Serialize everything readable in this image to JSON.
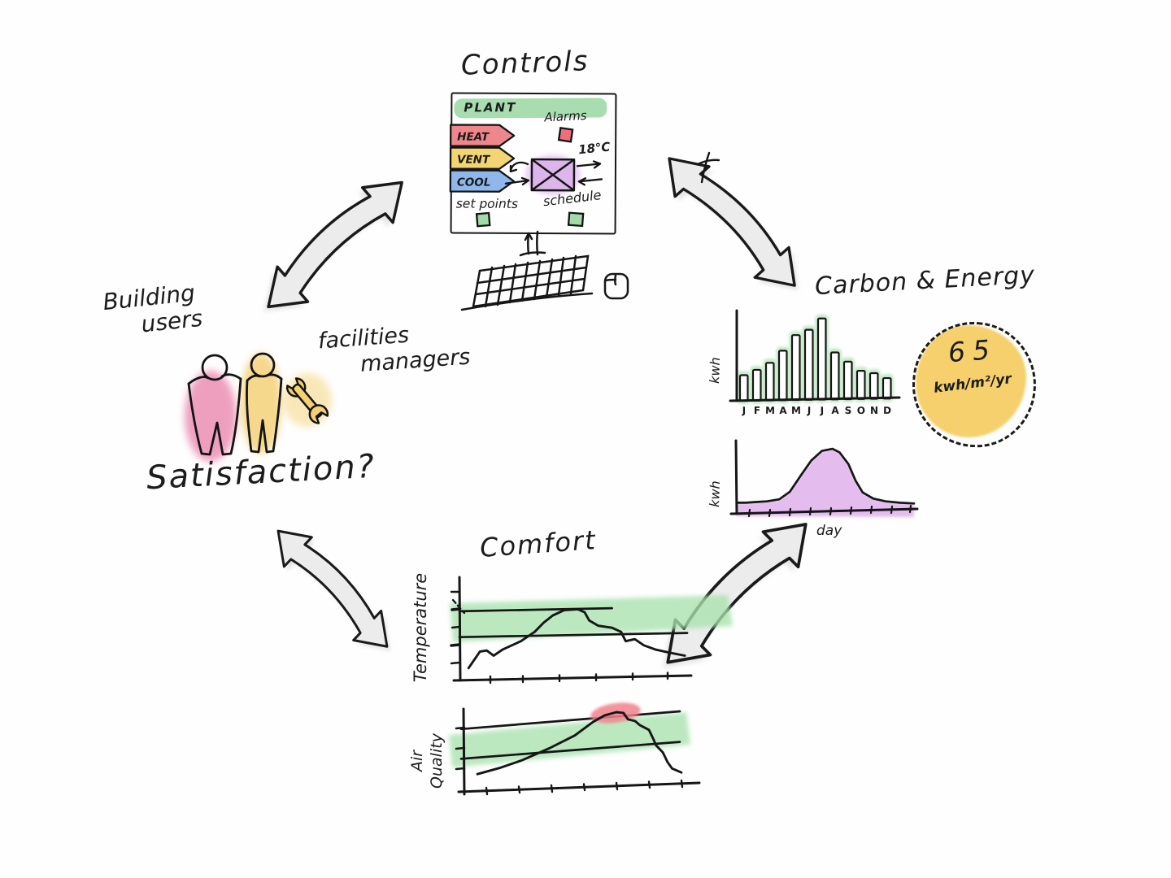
{
  "diagram": {
    "titles": {
      "controls": "Controls",
      "carbon_energy": "Carbon & Energy",
      "comfort": "Comfort"
    },
    "labels": {
      "building_users_line1": "Building",
      "building_users_line2": "users",
      "facilities_line1": "facilities",
      "facilities_line2": "managers",
      "satisfaction": "Satisfaction?"
    },
    "control_panel": {
      "header": "PLANT",
      "tabs": [
        {
          "label": "HEAT",
          "color": "#ee878b"
        },
        {
          "label": "VENT",
          "color": "#f4d573"
        },
        {
          "label": "COOL",
          "color": "#8fb7ec"
        }
      ],
      "alarms_label": "Alarms",
      "alarm_indicator_color": "#ee6f7b",
      "temperature_setpoint": "18°C",
      "set_points_label": "set points",
      "schedule_label": "schedule",
      "status_square_color": "#a2dba8",
      "valve_color": "#dcb5ec"
    },
    "energy_badge": {
      "value": "65",
      "unit": "kwh/m²/yr",
      "color": "#f5d06c"
    },
    "actors": {
      "person1_color": "#ec8fb4",
      "person2_color": "#f4cf70",
      "wrench_color": "#f4d173"
    },
    "arrow_color": "#ececec"
  },
  "chart_data": [
    {
      "id": "monthly_energy",
      "type": "bar",
      "title": "",
      "ylabel": "kwh",
      "xlabel": "",
      "categories": [
        "J",
        "F",
        "M",
        "A",
        "M",
        "J",
        "J",
        "A",
        "S",
        "O",
        "N",
        "D"
      ],
      "values": [
        30,
        36,
        44,
        58,
        76,
        82,
        95,
        55,
        44,
        33,
        30,
        24
      ],
      "ylim": [
        0,
        100
      ],
      "bar_fill": "#ffffff",
      "highlight": "#b9e4bd",
      "legend": "none",
      "grid": false
    },
    {
      "id": "daily_energy",
      "type": "area",
      "title": "",
      "ylabel": "kwh",
      "xlabel": "day",
      "points": [
        [
          0,
          16
        ],
        [
          5,
          16
        ],
        [
          11,
          17
        ],
        [
          17,
          18
        ],
        [
          24,
          21
        ],
        [
          30,
          32
        ],
        [
          36,
          55
        ],
        [
          42,
          77
        ],
        [
          48,
          91
        ],
        [
          54,
          94
        ],
        [
          58,
          89
        ],
        [
          63,
          72
        ],
        [
          67,
          48
        ],
        [
          71,
          31
        ],
        [
          77,
          22
        ],
        [
          84,
          18
        ],
        [
          92,
          16
        ],
        [
          100,
          15
        ]
      ],
      "ylim": [
        0,
        100
      ],
      "fill": "#e3baee",
      "legend": "none",
      "grid": false
    },
    {
      "id": "temperature",
      "type": "line",
      "title": "",
      "ylabel": "Temperature",
      "xlabel": "",
      "points": [
        [
          4,
          12
        ],
        [
          9,
          28
        ],
        [
          12,
          29
        ],
        [
          15,
          24
        ],
        [
          19,
          30
        ],
        [
          27,
          38
        ],
        [
          33,
          47
        ],
        [
          37,
          56
        ],
        [
          41,
          63
        ],
        [
          46,
          68
        ],
        [
          52,
          69
        ],
        [
          55,
          66
        ],
        [
          57,
          58
        ],
        [
          61,
          53
        ],
        [
          67,
          51
        ],
        [
          71,
          47
        ],
        [
          73,
          38
        ],
        [
          77,
          40
        ],
        [
          81,
          34
        ],
        [
          86,
          30
        ],
        [
          92,
          27
        ],
        [
          99,
          24
        ]
      ],
      "comfort_band": {
        "upper": [
          [
            0,
            67
          ],
          [
            67,
            70
          ]
        ],
        "lower": [
          [
            0,
            42
          ],
          [
            100,
            46
          ]
        ],
        "color": "#a9e2ae"
      },
      "ylim": [
        0,
        100
      ],
      "legend": "none",
      "grid": false
    },
    {
      "id": "air_quality",
      "type": "line",
      "title": "",
      "ylabel": "Air Quality",
      "ylabel_lines": [
        "Air",
        "Quality"
      ],
      "xlabel": "",
      "points": [
        [
          6,
          20
        ],
        [
          16,
          28
        ],
        [
          25,
          37
        ],
        [
          37,
          52
        ],
        [
          48,
          68
        ],
        [
          56,
          85
        ],
        [
          61,
          93
        ],
        [
          66,
          97
        ],
        [
          69,
          96
        ],
        [
          71,
          88
        ],
        [
          74,
          86
        ],
        [
          76,
          81
        ],
        [
          80,
          75
        ],
        [
          82,
          63
        ],
        [
          83,
          56
        ],
        [
          86,
          47
        ],
        [
          88,
          35
        ],
        [
          90,
          27
        ],
        [
          94,
          22
        ]
      ],
      "comfort_band": {
        "upper": [
          [
            0,
            76
          ],
          [
            100,
            98
          ]
        ],
        "lower": [
          [
            0,
            39
          ],
          [
            100,
            60
          ]
        ],
        "color": "#a9e2ae"
      },
      "exceedance_color": "#f0828c",
      "ylim": [
        0,
        100
      ],
      "legend": "none",
      "grid": false
    }
  ]
}
